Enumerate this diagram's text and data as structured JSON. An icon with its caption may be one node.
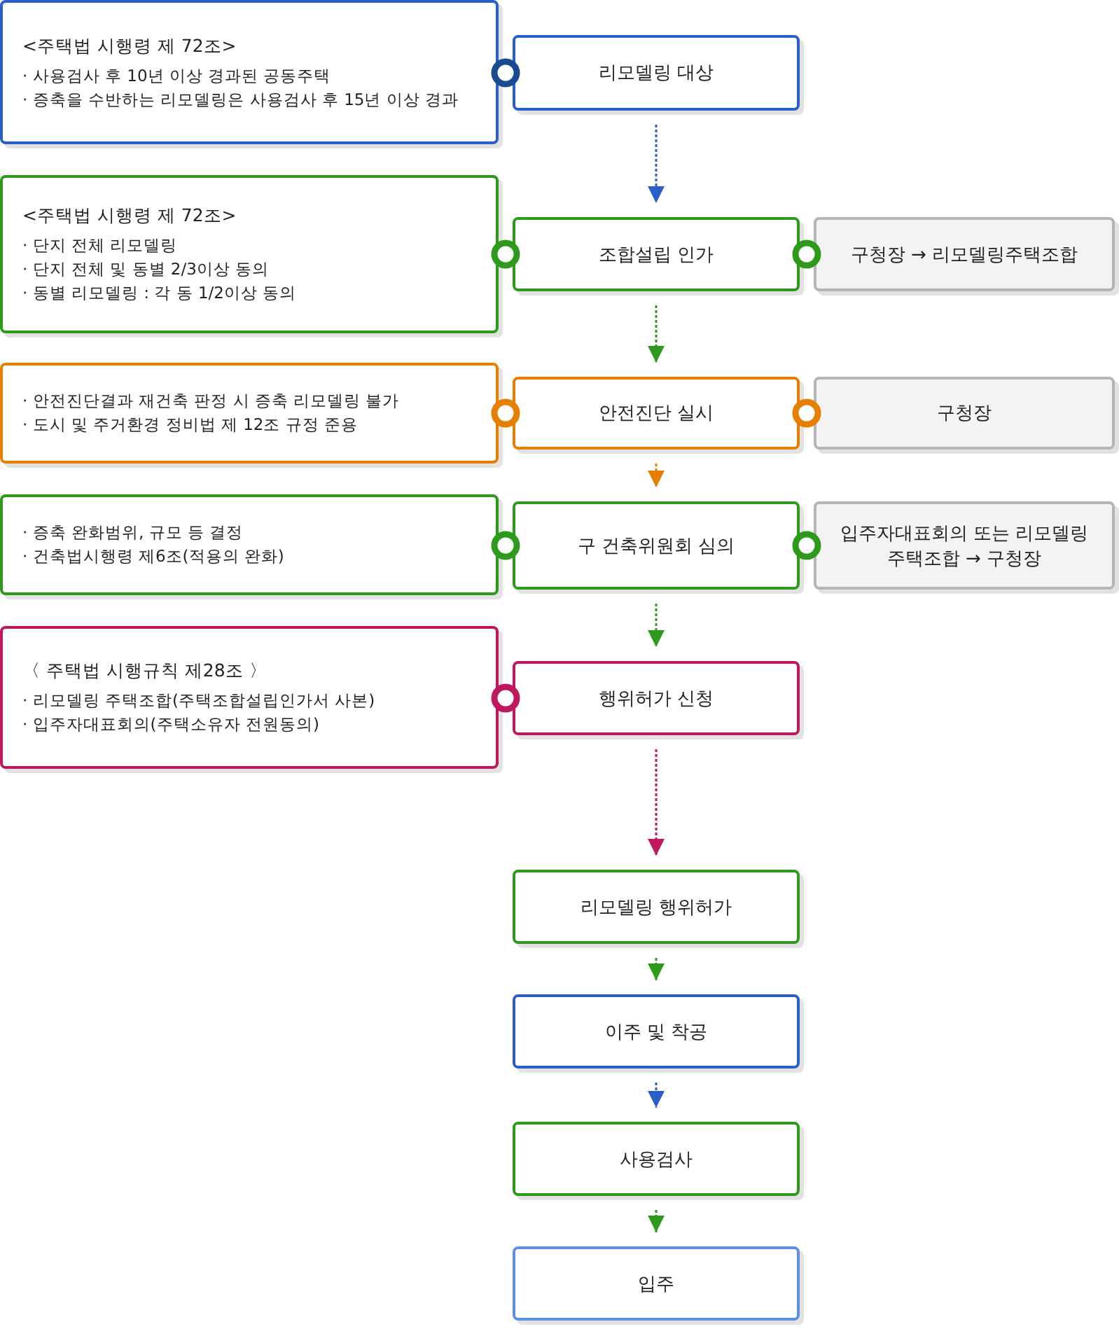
{
  "diagram": {
    "nodes": [
      {
        "text": [
          "<주택법 시행령 제 72조>",
          "· 사용검사 후 10년 이상 경과된 공동주택",
          "· 증축을 수반하는 리모델링은 사용검사 후 15년 이상 경과"
        ]
      },
      {
        "text": [
          "리모델링 대상"
        ]
      },
      {
        "text": [
          "<주택법 시행령 제 72조>",
          "· 단지 전체 리모델링",
          "· 단지 전체 및 동별 2/3이상 동의",
          "· 동별 리모델링 : 각 동 1/2이상 동의"
        ]
      },
      {
        "text": [
          "조합설립 인가"
        ]
      },
      {
        "text": [
          "구청장 → 리모델링주택조합"
        ]
      },
      {
        "text": [
          "· 안전진단결과 재건축 판정 시 증축 리모델링 불가",
          "· 도시 및 주거환경 정비법 제 12조 규정 준용"
        ]
      },
      {
        "text": [
          "안전진단 실시"
        ]
      },
      {
        "text": [
          "구청장"
        ]
      },
      {
        "text": [
          "· 증축 완화범위, 규모 등 결정",
          "· 건축법시행령 제6조(적용의 완화)"
        ]
      },
      {
        "text": [
          "구 건축위원회 심의"
        ]
      },
      {
        "text": [
          "입주자대표회의 또는 리모델링 주택조합 → 구청장"
        ]
      },
      {
        "text": [
          "〈 주택법 시행규칙 제28조 〉",
          "· 리모델링 주택조합(주택조합설립인가서 사본)",
          "· 입주자대표회의(주택소유자 전원동의)"
        ]
      },
      {
        "text": [
          "행위허가 신청"
        ]
      },
      {
        "text": [
          "리모델링 행위허가"
        ]
      },
      {
        "text": [
          "이주 및 착공"
        ]
      },
      {
        "text": [
          "사용검사"
        ]
      },
      {
        "text": [
          "입주"
        ]
      }
    ],
    "edges": [
      {
        "from": 0,
        "to": 1,
        "arrow": "other",
        "color": "#1a4a8f"
      },
      {
        "from": 2,
        "to": 3,
        "arrow": "other",
        "color": "#2e9a1c"
      },
      {
        "from": 3,
        "to": 4,
        "arrow": "other",
        "color": "#2e9a1c"
      },
      {
        "from": 5,
        "to": 6,
        "arrow": "other",
        "color": "#e67e00"
      },
      {
        "from": 6,
        "to": 7,
        "arrow": "other",
        "color": "#e67e00"
      },
      {
        "from": 8,
        "to": 9,
        "arrow": "other",
        "color": "#2e9a1c"
      },
      {
        "from": 9,
        "to": 10,
        "arrow": "other",
        "color": "#2e9a1c"
      },
      {
        "from": 11,
        "to": 12,
        "arrow": "other",
        "color": "#c0185f"
      },
      {
        "from": 1,
        "to": 3,
        "arrow": "to",
        "style": "dashed",
        "color": "#2a5fc8"
      },
      {
        "from": 3,
        "to": 6,
        "arrow": "to",
        "style": "dashed",
        "color": "#2e9a1c"
      },
      {
        "from": 6,
        "to": 9,
        "arrow": "to",
        "style": "dashed",
        "color": "#e67e00"
      },
      {
        "from": 9,
        "to": 12,
        "arrow": "to",
        "style": "dashed",
        "color": "#2e9a1c"
      },
      {
        "from": 12,
        "to": 13,
        "arrow": "to",
        "style": "dashed",
        "color": "#c0185f"
      },
      {
        "from": 13,
        "to": 14,
        "arrow": "to",
        "style": "dashed",
        "color": "#2e9a1c"
      },
      {
        "from": 14,
        "to": 15,
        "arrow": "to",
        "style": "dashed",
        "color": "#2a5fc8"
      },
      {
        "from": 15,
        "to": 16,
        "arrow": "to",
        "style": "dashed",
        "color": "#2e9a1c"
      }
    ]
  }
}
